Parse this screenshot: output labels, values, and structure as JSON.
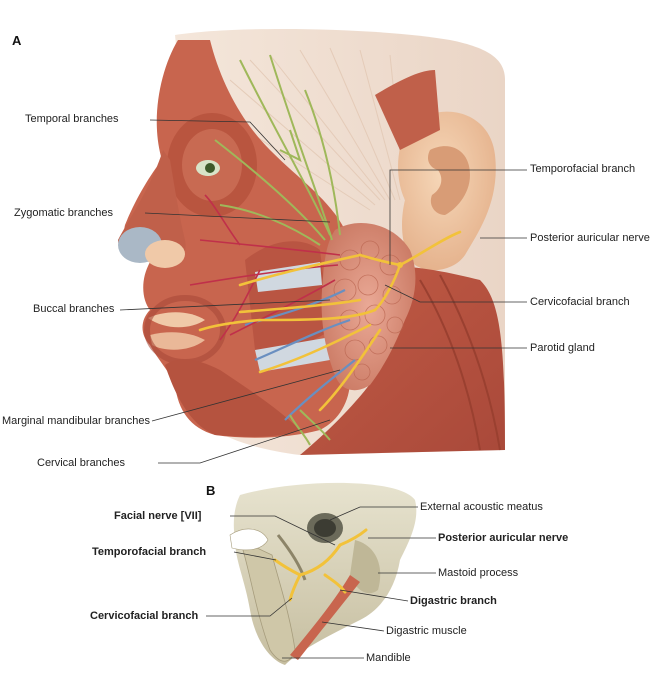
{
  "panels": {
    "a": "A",
    "b": "B"
  },
  "panel_a": {
    "labels_left": {
      "temporal": "Temporal branches",
      "zygomatic": "Zygomatic branches",
      "buccal": "Buccal branches",
      "marginal": "Marginal mandibular branches",
      "cervical": "Cervical branches"
    },
    "labels_right": {
      "temporofacial": "Temporofacial branch",
      "posterior_auricular": "Posterior auricular nerve",
      "cervicofacial": "Cervicofacial branch",
      "parotid": "Parotid gland"
    }
  },
  "panel_b": {
    "labels_left": {
      "facial_nerve": "Facial nerve [VII]",
      "temporofacial": "Temporofacial branch",
      "cervicofacial": "Cervicofacial branch"
    },
    "labels_right": {
      "external_acoustic": "External acoustic meatus",
      "posterior_auricular": "Posterior auricular nerve",
      "mastoid": "Mastoid process",
      "digastric_branch": "Digastric branch",
      "digastric_muscle": "Digastric muscle",
      "mandible": "Mandible"
    }
  },
  "colors": {
    "muscle": "#c8654e",
    "muscle_dark": "#a84a38",
    "skin": "#f0c9a8",
    "parotid": "#e3a08a",
    "nerve_yellow": "#f2c23a",
    "nerve_green": "#9fb85a",
    "vessel_blue": "#6a8fc0",
    "vessel_red": "#c0304a",
    "bone": "#d9d2b8"
  }
}
